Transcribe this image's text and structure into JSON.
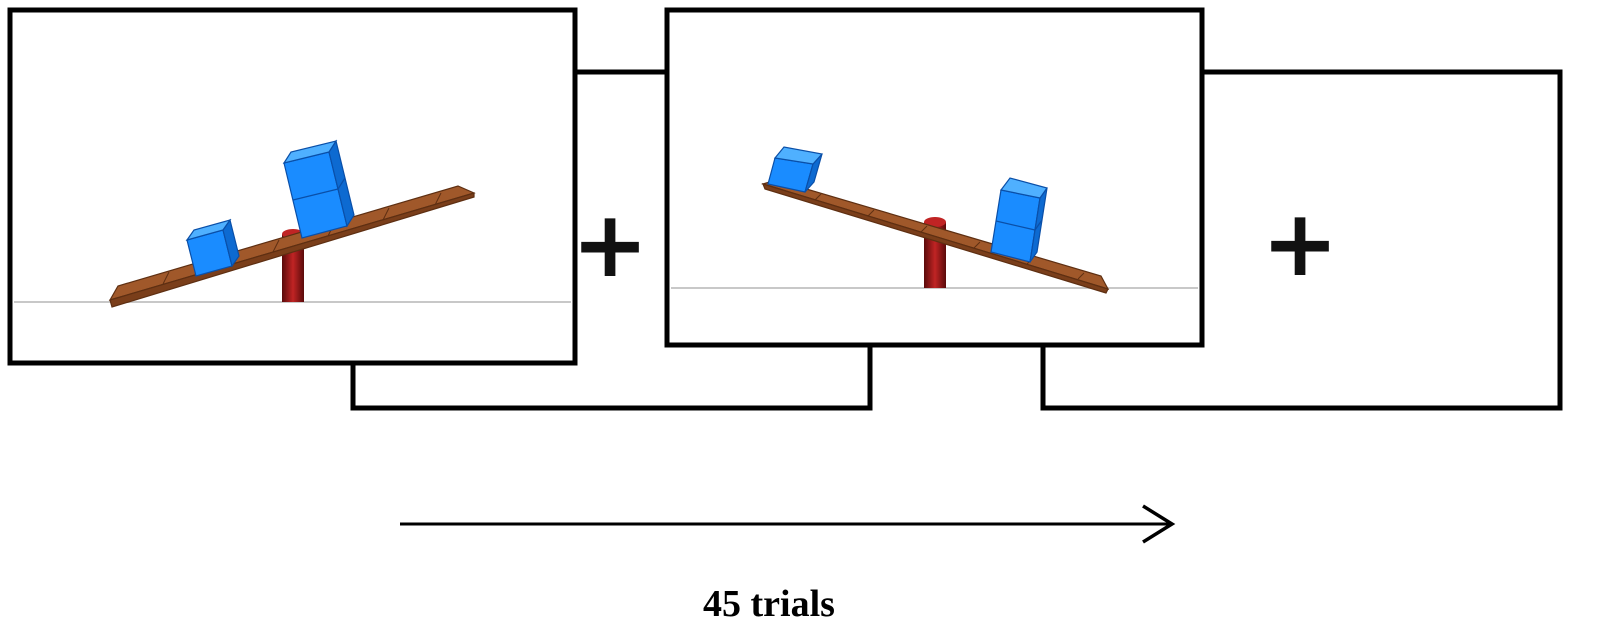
{
  "sequence": {
    "fixation_symbol": "+",
    "trial_count_label": "45 trials"
  },
  "colors": {
    "frame_stroke": "#000000",
    "plank": "#a0582a",
    "fulcrum": "#8b1a1a",
    "block": "#1a8cff",
    "ground_line": "#c8c8c8"
  },
  "stimuli": [
    {
      "name": "seesaw-trial-1",
      "left_blocks": 1,
      "right_blocks": 2,
      "lower_side": "left"
    },
    {
      "name": "seesaw-trial-2",
      "left_blocks": 1,
      "right_blocks": 2,
      "lower_side": "right"
    }
  ]
}
